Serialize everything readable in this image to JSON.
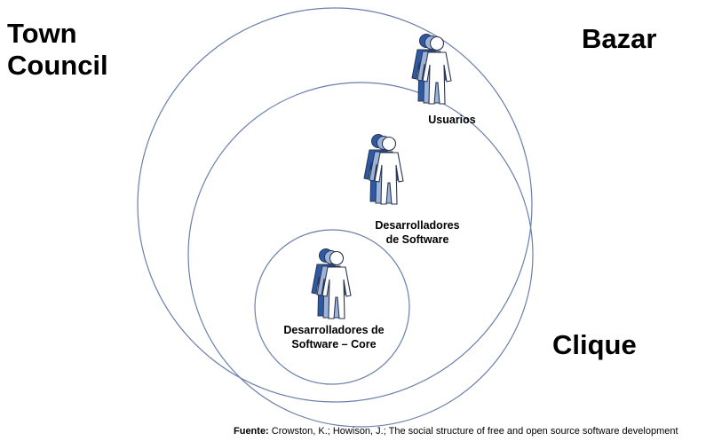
{
  "labels": {
    "town_council_line1": "Town",
    "town_council_line2": "Council",
    "bazar": "Bazar",
    "clique": "Clique"
  },
  "groups": {
    "outer": {
      "label": "Usuarios"
    },
    "middle": {
      "label_line1": "Desarrolladores",
      "label_line2": "de Software"
    },
    "inner": {
      "label_line1": "Desarrolladores de",
      "label_line2": "Software – Core"
    }
  },
  "source": {
    "prefix": "Fuente:",
    "text": " Crowston, K.; Howison, J.; The social structure of free and open source software development"
  },
  "colors": {
    "ring": "#6a7fab",
    "person_back": "#2e5aa5",
    "person_mid": "#9db4da",
    "person_front": "#ffffff",
    "person_outline": "#2a3550"
  },
  "icons": [
    "people-group-icon"
  ]
}
